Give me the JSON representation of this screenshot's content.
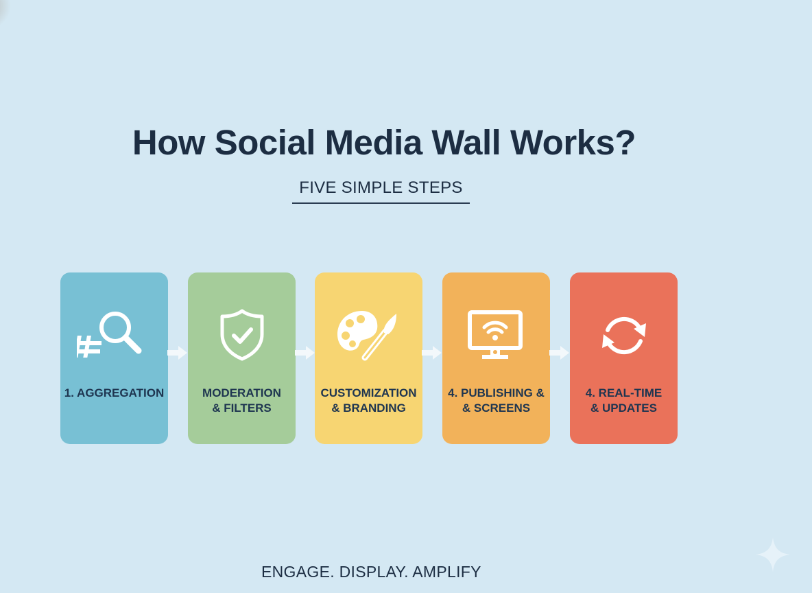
{
  "header": {
    "title": "How Social Media Wall Works?",
    "subtitle": "FIVE SIMPLE STEPS"
  },
  "steps": [
    {
      "line1": "1. AGGREGATION",
      "line2": "",
      "icon": "hashtag-search-icon",
      "color": "#78c0d4"
    },
    {
      "line1": "MODERATION",
      "line2": "& FILTERS",
      "icon": "shield-check-icon",
      "color": "#a5cc9a"
    },
    {
      "line1": "CUSTOMIZATION",
      "line2": "& BRANDING",
      "icon": "palette-brush-icon",
      "color": "#f7d572"
    },
    {
      "line1": "4. PUBLISHING &",
      "line2": "& SCREENS",
      "icon": "monitor-wifi-icon",
      "color": "#f2b25a"
    },
    {
      "line1": "4. REAL-TIME",
      "line2": "& UPDATES",
      "icon": "refresh-cycle-icon",
      "color": "#ea725a"
    }
  ],
  "footer": {
    "tagline": "ENGAGE. DISPLAY. AMPLIFY"
  },
  "colors": {
    "background": "#d4e8f3",
    "text": "#1c2d42",
    "arrow": "#f3f8fb"
  }
}
